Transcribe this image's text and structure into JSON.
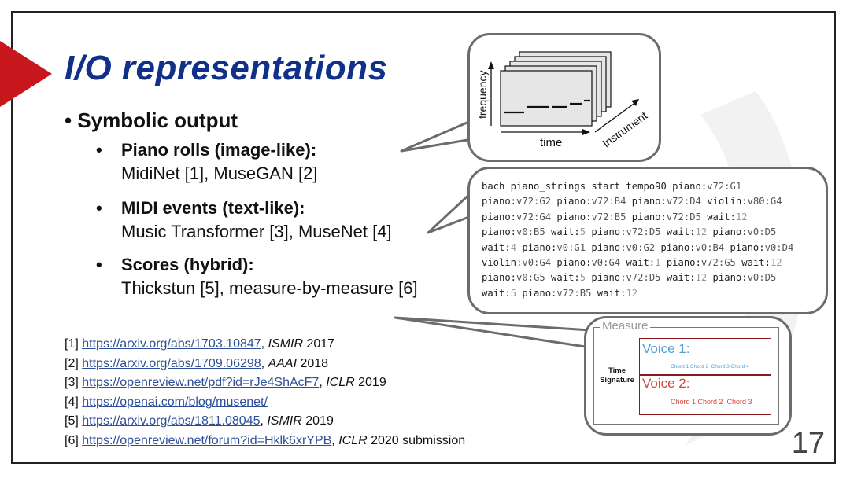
{
  "slide": {
    "title": "I/O representations",
    "bullet_main": "Symbolic output",
    "sub_bullets": [
      {
        "heading": "Piano rolls (image-like):",
        "cites": "MidiNet [1], MuseGAN [2]"
      },
      {
        "heading": "MIDI events (text-like):",
        "cites": "Music Transformer [3], MuseNet [4]"
      },
      {
        "heading": "Scores (hybrid):",
        "cites": "Thickstun [5], measure-by-measure [6]"
      }
    ],
    "references": [
      {
        "num": "[1]",
        "url": "https://arxiv.org/abs/1703.10847",
        "venue": "ISMIR",
        "rest": " 2017"
      },
      {
        "num": "[2]",
        "url": "https://arxiv.org/abs/1709.06298",
        "venue": "AAAI",
        "rest": " 2018"
      },
      {
        "num": "[3]",
        "url": "https://openreview.net/pdf?id=rJe4ShAcF7",
        "venue": "ICLR",
        "rest": " 2019"
      },
      {
        "num": "[4]",
        "url": "https://openai.com/blog/musenet/",
        "venue": "",
        "rest": ""
      },
      {
        "num": "[5]",
        "url": "https://arxiv.org/abs/1811.08045",
        "venue": "ISMIR",
        "rest": " 2019"
      },
      {
        "num": "[6]",
        "url": "https://openreview.net/forum?id=Hklk6xrYPB",
        "venue": "ICLR",
        "rest": " 2020 submission"
      }
    ],
    "page_number": "17"
  },
  "piano_roll": {
    "ylabel": "frequency",
    "xlabel": "time",
    "zlabel": "Instrument"
  },
  "midi_events": {
    "lines": [
      [
        [
          "bach piano_strings start tempo90 piano:",
          "t"
        ],
        [
          "v72:G1",
          "v"
        ]
      ],
      [
        [
          "piano:",
          "t"
        ],
        [
          "v72:G2",
          "v"
        ],
        [
          " piano:",
          "t"
        ],
        [
          "v72:B4",
          "v"
        ],
        [
          " piano:",
          "t"
        ],
        [
          "v72:D4",
          "v"
        ],
        [
          " violin:",
          "t"
        ],
        [
          "v80:G4",
          "v"
        ]
      ],
      [
        [
          "piano:",
          "t"
        ],
        [
          "v72:G4",
          "v"
        ],
        [
          " piano:",
          "t"
        ],
        [
          "v72:B5",
          "v"
        ],
        [
          " piano:",
          "t"
        ],
        [
          "v72:D5",
          "v"
        ],
        [
          " wait:",
          "t"
        ],
        [
          "12",
          "n"
        ]
      ],
      [
        [
          "piano:",
          "t"
        ],
        [
          "v0:B5",
          "v"
        ],
        [
          " wait:",
          "t"
        ],
        [
          "5",
          "n"
        ],
        [
          " piano:",
          "t"
        ],
        [
          "v72:D5",
          "v"
        ],
        [
          " wait:",
          "t"
        ],
        [
          "12",
          "n"
        ],
        [
          " piano:",
          "t"
        ],
        [
          "v0:D5",
          "v"
        ]
      ],
      [
        [
          "wait:",
          "t"
        ],
        [
          "4",
          "n"
        ],
        [
          " piano:",
          "t"
        ],
        [
          "v0:G1",
          "v"
        ],
        [
          " piano:",
          "t"
        ],
        [
          "v0:G2",
          "v"
        ],
        [
          " piano:",
          "t"
        ],
        [
          "v0:B4",
          "v"
        ],
        [
          " piano:",
          "t"
        ],
        [
          "v0:D4",
          "v"
        ]
      ],
      [
        [
          "violin:",
          "t"
        ],
        [
          "v0:G4",
          "v"
        ],
        [
          " piano:",
          "t"
        ],
        [
          "v0:G4",
          "v"
        ],
        [
          " wait:",
          "t"
        ],
        [
          "1",
          "n"
        ],
        [
          " piano:",
          "t"
        ],
        [
          "v72:G5",
          "v"
        ],
        [
          " wait:",
          "t"
        ],
        [
          "12",
          "n"
        ]
      ],
      [
        [
          "piano:",
          "t"
        ],
        [
          "v0:G5",
          "v"
        ],
        [
          " wait:",
          "t"
        ],
        [
          "5",
          "n"
        ],
        [
          " piano:",
          "t"
        ],
        [
          "v72:D5",
          "v"
        ],
        [
          " wait:",
          "t"
        ],
        [
          "12",
          "n"
        ],
        [
          " piano:",
          "t"
        ],
        [
          "v0:D5",
          "v"
        ]
      ],
      [
        [
          "wait:",
          "t"
        ],
        [
          "5",
          "n"
        ],
        [
          " piano:",
          "t"
        ],
        [
          "v72:B5",
          "v"
        ],
        [
          " wait:",
          "t"
        ],
        [
          "12",
          "n"
        ]
      ]
    ]
  },
  "measure_diagram": {
    "title": "Measure",
    "time_signature_label": "Time\nSignature",
    "voice1": {
      "label": "Voice 1:",
      "chords": "Chord 1 Chord 2  Chord 3 Chord 4"
    },
    "voice2": {
      "label": "Voice 2:",
      "chords": "Chord 1 Chord 2  Chord 3"
    }
  },
  "colors": {
    "title": "#10308a",
    "accent_arrow": "#c8161d",
    "link": "#2d4f97",
    "voice1": "#4f9fd6",
    "voice2": "#d6433a"
  }
}
